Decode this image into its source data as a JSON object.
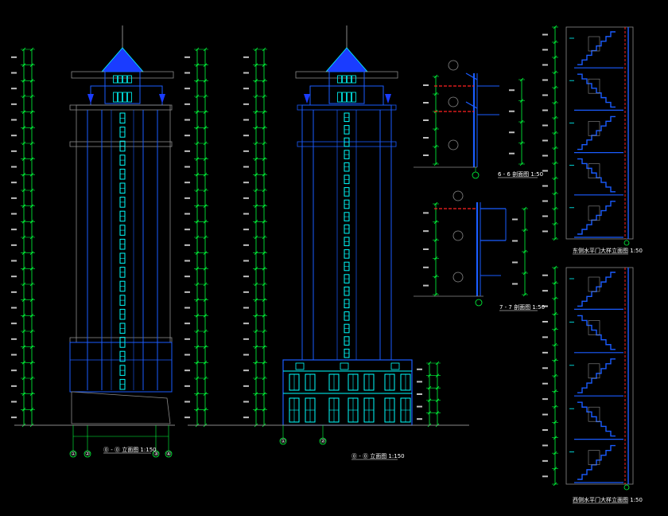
{
  "drawing": {
    "background": "#000000",
    "colors": {
      "dim": "#00ff3c",
      "outline": "#1a5cff",
      "window": "#00ffff",
      "roof": "#1a3cff",
      "section": "#ff2020",
      "frame": "#8a8a8a",
      "text": "#ffffff"
    },
    "captions": {
      "elev_left": "⓪ - ⓪ 立面图 1:150",
      "elev_mid": "⓪ - ⓪ 立面图 1:150",
      "sec_66": "6 - 6 剖面图 1:50",
      "sec_77": "7 - 7 剖面图 1:50",
      "stair_top": "东侧水平门大样立面图 1:50",
      "stair_bot": "西侧水平门大样立面图 1:50"
    },
    "axis_left": [
      "①",
      "②",
      "③",
      "④"
    ],
    "axis_mid": [
      "①",
      "②"
    ],
    "floors": 20
  }
}
